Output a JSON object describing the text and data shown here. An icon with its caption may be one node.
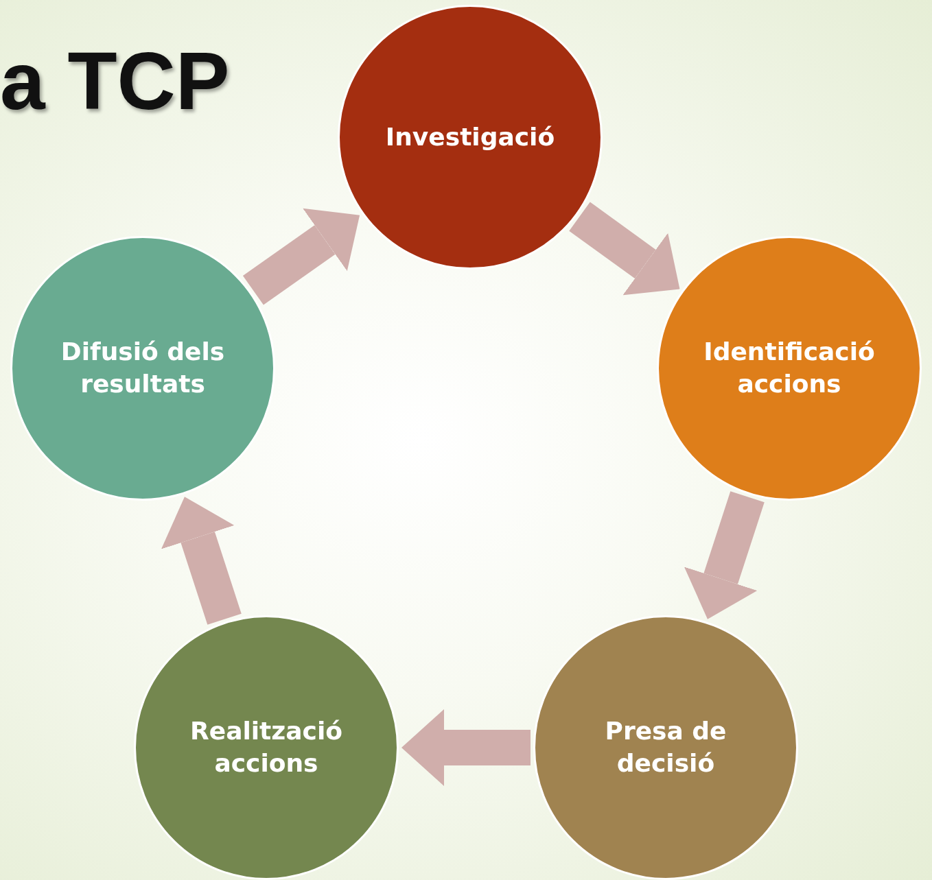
{
  "diagram": {
    "title": "a TCP",
    "nodes": [
      {
        "text": [
          "Investigació"
        ]
      },
      {
        "text": [
          "Identificació accions"
        ]
      },
      {
        "text": [
          "Presa de decisió"
        ]
      },
      {
        "text": [
          "Realització accions"
        ]
      },
      {
        "text": [
          "Difusió dels resultats"
        ]
      }
    ],
    "edges": [
      {
        "from": 0,
        "to": 1,
        "arrow": "to"
      },
      {
        "from": 1,
        "to": 2,
        "arrow": "to"
      },
      {
        "from": 2,
        "to": 3,
        "arrow": "to"
      },
      {
        "from": 3,
        "to": 4,
        "arrow": "to"
      },
      {
        "from": 4,
        "to": 0,
        "arrow": "to"
      }
    ]
  }
}
